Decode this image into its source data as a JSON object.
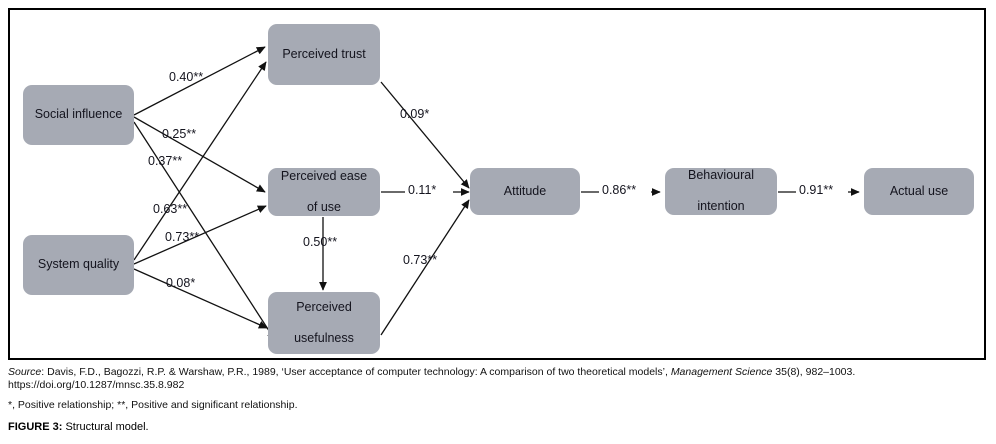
{
  "figure": {
    "caption_label": "FIGURE 3:",
    "caption_text": " Structural model.",
    "source_prefix": "Source",
    "source_text": ": Davis, F.D., Bagozzi, R.P. & Warshaw, P.R., 1989, ‘User acceptance of computer technology: A comparison of two theoretical models’, ",
    "source_journal": "Management Science",
    "source_tail": " 35(8), 982–1003. https://doi.org/10.1287/mnsc.35.8.982",
    "note": "*, Positive relationship; **, Positive and significant relationship.",
    "box_fill": "#a6aab4",
    "line_color": "#111111"
  },
  "nodes": [
    {
      "id": "social-influence",
      "label": "Social influence"
    },
    {
      "id": "system-quality",
      "label": "System quality"
    },
    {
      "id": "perceived-trust",
      "label": "Perceived trust"
    },
    {
      "id": "perceived-ease-of-use",
      "label_line1": "Perceived ease",
      "label_line2": "of use"
    },
    {
      "id": "perceived-usefulness",
      "label_line1": "Perceived",
      "label_line2": "usefulness"
    },
    {
      "id": "attitude",
      "label": "Attitude"
    },
    {
      "id": "behavioural-intention",
      "label_line1": "Behavioural",
      "label_line2": "intention"
    },
    {
      "id": "actual-use",
      "label": "Actual use"
    }
  ],
  "edges": [
    {
      "id": "si-pt",
      "from": "Social influence",
      "to": "Perceived trust",
      "label": "0.40**"
    },
    {
      "id": "si-peou",
      "from": "Social influence",
      "to": "Perceived ease of use",
      "label": "0.25**"
    },
    {
      "id": "si-pu",
      "from": "Social influence",
      "to": "Perceived usefulness",
      "label": "0.37**"
    },
    {
      "id": "sq-pt",
      "from": "System quality",
      "to": "Perceived trust",
      "label": "0.63**"
    },
    {
      "id": "sq-peou",
      "from": "System quality",
      "to": "Perceived ease of use",
      "label": "0.73**"
    },
    {
      "id": "sq-pu",
      "from": "System quality",
      "to": "Perceived usefulness",
      "label": "0.08*"
    },
    {
      "id": "pt-att",
      "from": "Perceived trust",
      "to": "Attitude",
      "label": "0.09*"
    },
    {
      "id": "peou-att",
      "from": "Perceived ease of use",
      "to": "Attitude",
      "label": "0.11*"
    },
    {
      "id": "peou-pu",
      "from": "Perceived ease of use",
      "to": "Perceived usefulness",
      "label": "0.50**"
    },
    {
      "id": "pu-att",
      "from": "Perceived usefulness",
      "to": "Attitude",
      "label": "0.73**"
    },
    {
      "id": "att-bi",
      "from": "Attitude",
      "to": "Behavioural intention",
      "label": "0.86**"
    },
    {
      "id": "bi-au",
      "from": "Behavioural intention",
      "to": "Actual use",
      "label": "0.91**"
    }
  ]
}
